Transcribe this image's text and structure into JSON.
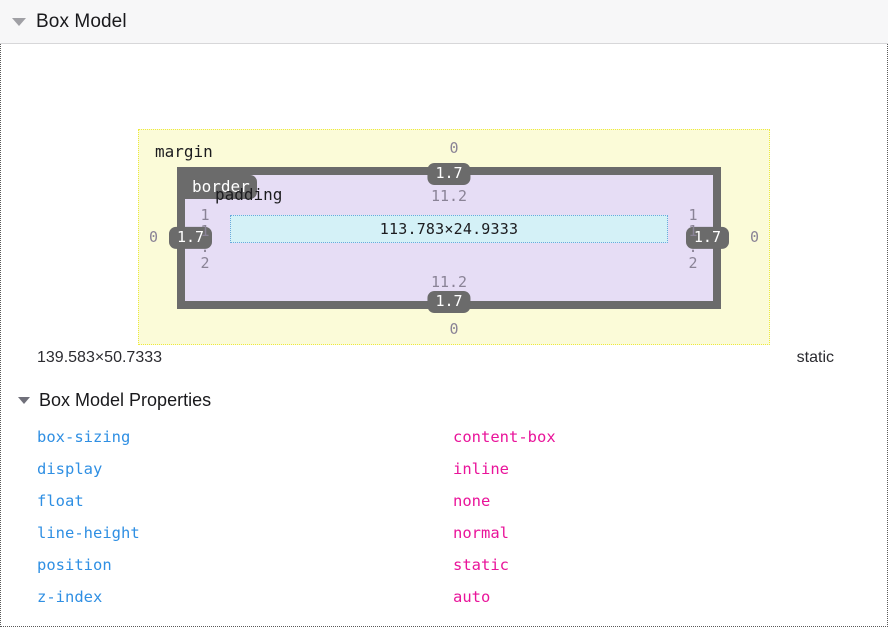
{
  "panel": {
    "title": "Box Model",
    "twisty_icon": "triangle-down-icon"
  },
  "box_model": {
    "labels": {
      "margin": "margin",
      "border": "border",
      "padding": "padding"
    },
    "content_size": "113.783×24.9333",
    "margin_values": {
      "top": "0",
      "right": "0",
      "bottom": "0",
      "left": "0"
    },
    "border_values": {
      "top": "1.7",
      "right": "1.7",
      "bottom": "1.7",
      "left": "1.7"
    },
    "padding_values": {
      "top": "11.2",
      "right": "11.2",
      "bottom": "11.2",
      "left": "11.2"
    },
    "colors": {
      "margin_fill": "#fbfbd8",
      "margin_stroke": "#edea3e",
      "border_fill": "#6b6b6b",
      "padding_fill": "#e6ddf5",
      "content_fill": "#d4f1f7",
      "content_stroke": "#6aa9dd",
      "badge_bg": "#6b6b6b",
      "value_text": "#8a8396"
    }
  },
  "summary": {
    "total_size": "139.583×50.7333",
    "position": "static"
  },
  "properties_section": {
    "title": "Box Model Properties",
    "twisty_icon": "triangle-down-icon",
    "rows": [
      {
        "name": "box-sizing",
        "value": "content-box"
      },
      {
        "name": "display",
        "value": "inline"
      },
      {
        "name": "float",
        "value": "none"
      },
      {
        "name": "line-height",
        "value": "normal"
      },
      {
        "name": "position",
        "value": "static"
      },
      {
        "name": "z-index",
        "value": "auto"
      }
    ],
    "colors": {
      "name": "#2f8fe3",
      "value": "#e9149a"
    }
  }
}
